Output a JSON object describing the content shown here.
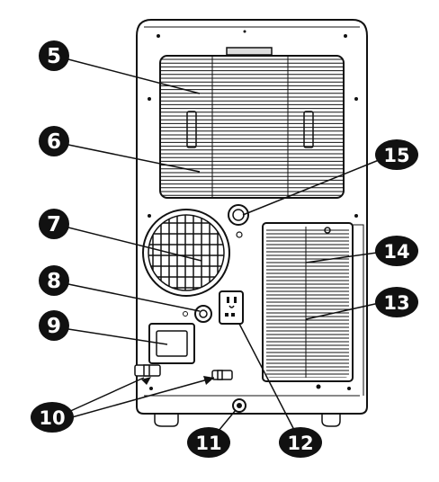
{
  "callouts": [
    {
      "id": "5",
      "label": "5"
    },
    {
      "id": "6",
      "label": "6"
    },
    {
      "id": "7",
      "label": "7"
    },
    {
      "id": "8",
      "label": "8"
    },
    {
      "id": "9",
      "label": "9"
    },
    {
      "id": "10",
      "label": "10"
    },
    {
      "id": "11",
      "label": "11"
    },
    {
      "id": "12",
      "label": "12"
    },
    {
      "id": "13",
      "label": "13"
    },
    {
      "id": "14",
      "label": "14"
    },
    {
      "id": "15",
      "label": "15"
    }
  ],
  "colors": {
    "ink": "#111111",
    "badge_fill": "#111111",
    "badge_text": "#ffffff",
    "background": "#ffffff"
  },
  "icons": {
    "outlet": "power-outlet-icon"
  }
}
